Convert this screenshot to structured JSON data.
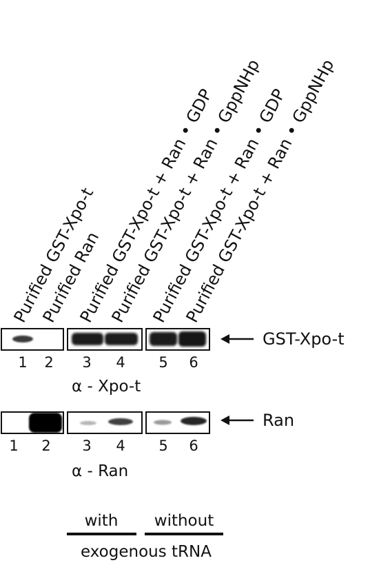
{
  "lane_labels": [
    "Purified GST-Xpo-t",
    "Purified Ran",
    "Purified GST-Xpo-t + Ran • GDP",
    "Purified GST-Xpo-t + Ran • GppNHp",
    "Purified GST-Xpo-t + Ran • GDP",
    "Purified GST-Xpo-t + Ran • GppNHp"
  ],
  "blots": [
    {
      "target": "GST-Xpo-t",
      "antibody": "α - Xpo-t",
      "lane_numbers": [
        "1",
        "2",
        "3",
        "4",
        "5",
        "6"
      ]
    },
    {
      "target": "Ran",
      "antibody": "α - Ran",
      "lane_numbers": [
        "1",
        "2",
        "3",
        "4",
        "5",
        "6"
      ]
    }
  ],
  "conditions": {
    "with": "with",
    "without": "without",
    "shared": "exogenous tRNA"
  }
}
